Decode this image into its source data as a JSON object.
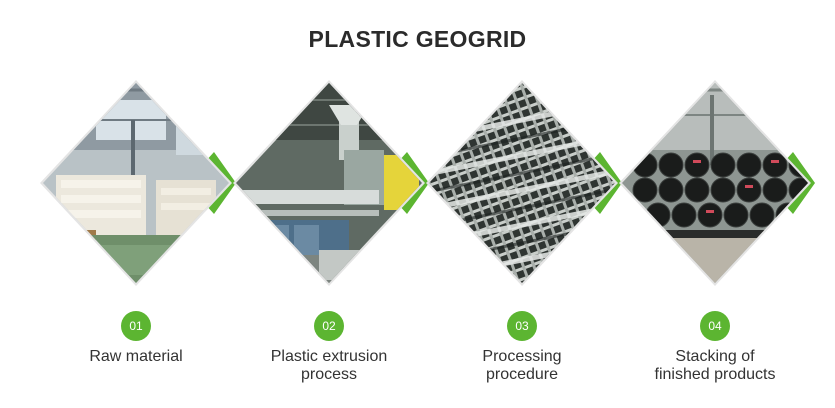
{
  "title": "PLASTIC GEOGRID",
  "accent_color": "#5cb531",
  "steps": [
    {
      "number": "01",
      "label_line1": "Raw material",
      "label_line2": "",
      "photo": "raw-material-warehouse-photo"
    },
    {
      "number": "02",
      "label_line1": "Plastic extrusion",
      "label_line2": "process",
      "photo": "extrusion-machine-photo"
    },
    {
      "number": "03",
      "label_line1": "Processing",
      "label_line2": "procedure",
      "photo": "geogrid-rolls-photo"
    },
    {
      "number": "04",
      "label_line1": "Stacking of",
      "label_line2": "finished products",
      "photo": "stacked-rolls-photo"
    }
  ]
}
